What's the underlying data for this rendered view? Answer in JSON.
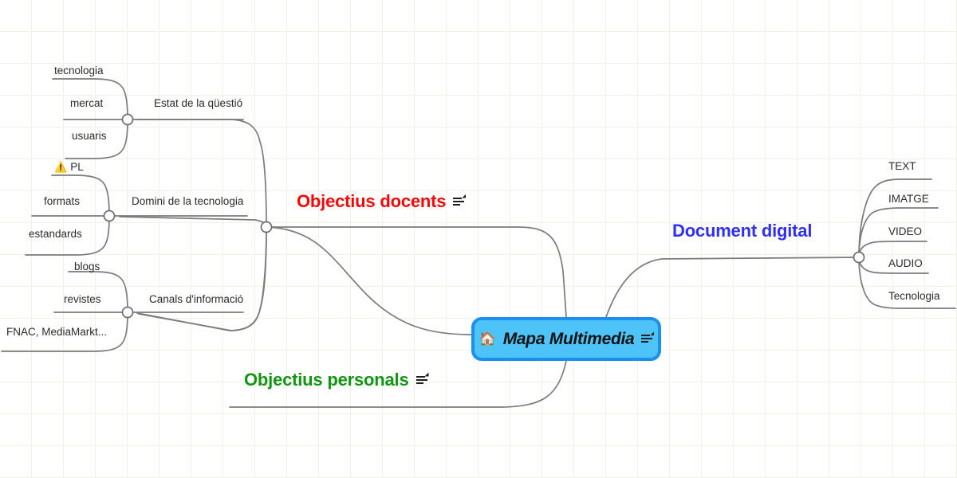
{
  "canvas": {
    "title": "Mapa Multimedia",
    "grid_color": "#eef3e8",
    "background": "#ffffff",
    "connector_color": "#7b7b7b"
  },
  "root": {
    "label": "Mapa Multimedia",
    "emoji": "🏠",
    "emoji_name": "house-emoji",
    "note_icon": "note-icon",
    "fill": "#4ec3f7",
    "border": "#1a90ec"
  },
  "branches": {
    "docents": {
      "label": "Objectius docents",
      "color": "#fa0505",
      "has_note": true,
      "children": [
        {
          "label": "Estat de la qüestió",
          "children": [
            {
              "label": "tecnologia"
            },
            {
              "label": "mercat"
            },
            {
              "label": "usuaris"
            }
          ]
        },
        {
          "label": "Domini de la tecnologia",
          "children": [
            {
              "label": "PL",
              "emoji": "⚠️",
              "emoji_name": "warning-emoji"
            },
            {
              "label": "formats"
            },
            {
              "label": "estandards"
            }
          ]
        },
        {
          "label": "Canals d'informació",
          "children": [
            {
              "label": "blogs"
            },
            {
              "label": "revistes"
            },
            {
              "label": "FNAC, MediaMarkt..."
            }
          ]
        }
      ]
    },
    "personals": {
      "label": "Objectius personals",
      "color": "#139413",
      "has_note": true,
      "children": []
    },
    "document": {
      "label": "Document digital",
      "color": "#2f2ff5",
      "has_note": false,
      "children": [
        {
          "label": "TEXT"
        },
        {
          "label": "IMATGE"
        },
        {
          "label": "VIDEO"
        },
        {
          "label": "AUDIO"
        },
        {
          "label": "Tecnologia"
        }
      ]
    }
  }
}
